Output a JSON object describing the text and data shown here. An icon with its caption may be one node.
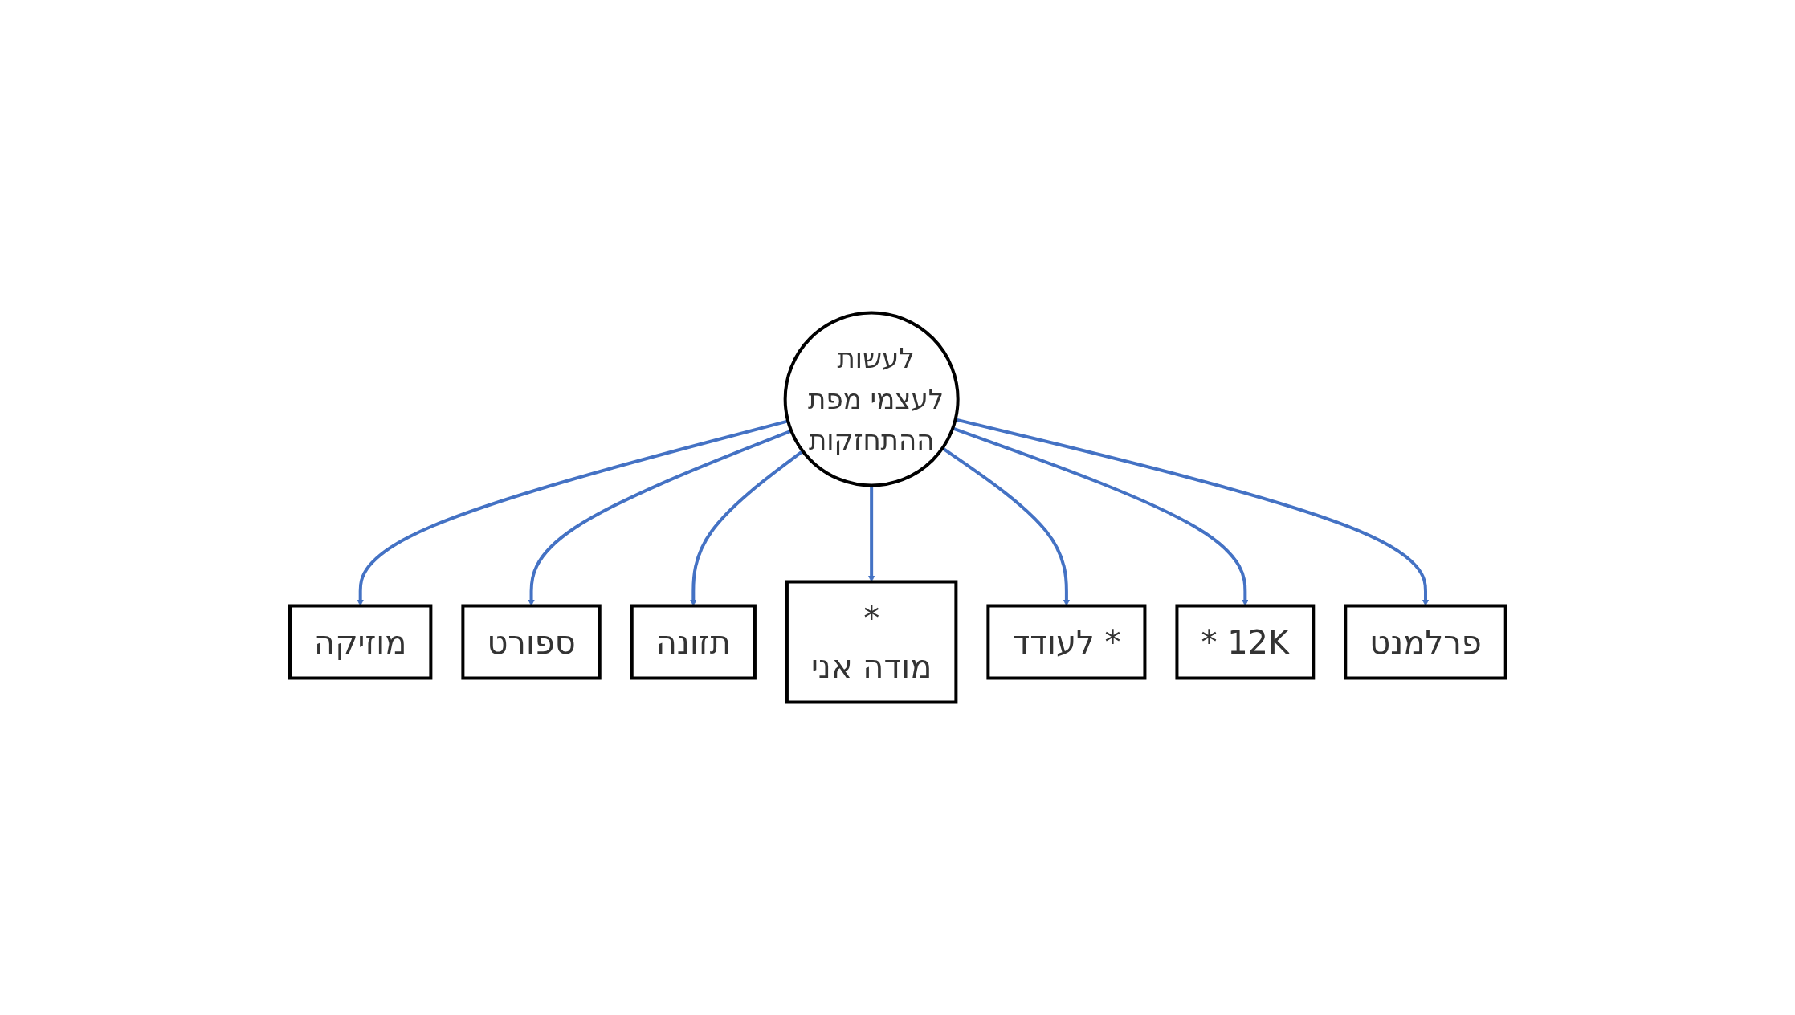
{
  "diagram": {
    "nodes": [
      {
        "text": [
          "לעשות לעצמי מפת ההתחזקות"
        ]
      },
      {
        "text": [
          "מוזיקה"
        ]
      },
      {
        "text": [
          "ספורט"
        ]
      },
      {
        "text": [
          "תזונה"
        ]
      },
      {
        "text": [
          "*",
          "מודה אני"
        ]
      },
      {
        "text": [
          "לעודד *"
        ]
      },
      {
        "text": [
          "* 12K"
        ]
      },
      {
        "text": [
          "פרלמנט"
        ]
      }
    ],
    "edges": [
      {
        "from": 0,
        "to": 1,
        "arrow": "to"
      },
      {
        "from": 0,
        "to": 2,
        "arrow": "to"
      },
      {
        "from": 0,
        "to": 3,
        "arrow": "to"
      },
      {
        "from": 0,
        "to": 4,
        "arrow": "to"
      },
      {
        "from": 0,
        "to": 5,
        "arrow": "to"
      },
      {
        "from": 0,
        "to": 6,
        "arrow": "to"
      },
      {
        "from": 0,
        "to": 7,
        "arrow": "to"
      }
    ]
  }
}
